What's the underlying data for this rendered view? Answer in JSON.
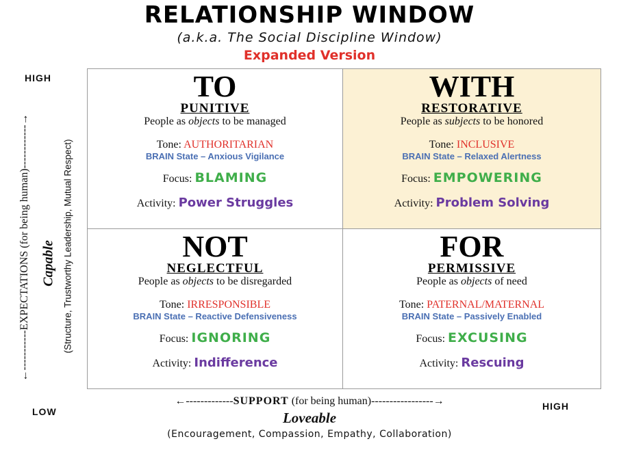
{
  "header": {
    "title": "RELATIONSHIP WINDOW",
    "subtitle": "(a.k.a. The Social Discipline Window)",
    "version": "Expanded Version"
  },
  "corners": {
    "high_y": "HIGH",
    "low": "LOW",
    "high_x": "HIGH"
  },
  "y_axis": {
    "arrow_left": "←-----------",
    "label": "EXPECTATIONS",
    "label_note": "(for being human)",
    "arrow_right": "------------→",
    "capable": "Capable",
    "details": "(Structure, Trustworthy Leadership, Mutual Respect)"
  },
  "x_axis": {
    "arrow_left": "←-------------",
    "label": "SUPPORT",
    "label_note": "(for being human)",
    "arrow_right": "-----------------→",
    "loveable": "Loveable",
    "details": "(Encouragement, Compassion, Empathy, Collaboration)"
  },
  "quadrants": {
    "to": {
      "word": "TO",
      "style": "PUNITIVE",
      "people_pre": "People as ",
      "people_em": "objects",
      "people_post": " to be managed",
      "tone_label": "Tone: ",
      "tone": "AUTHORITARIAN",
      "brain": "BRAIN State – Anxious Vigilance",
      "focus_label": "Focus: ",
      "focus": "BLAMING",
      "activity_label": "Activity: ",
      "activity": "Power Struggles"
    },
    "with": {
      "word": "WITH",
      "style": "RESTORATIVE",
      "people_pre": "People as ",
      "people_em": "subjects",
      "people_post": " to be honored",
      "tone_label": "Tone: ",
      "tone": "INCLUSIVE",
      "brain": "BRAIN State – Relaxed Alertness",
      "focus_label": "Focus: ",
      "focus": "EMPOWERING",
      "activity_label": "Activity: ",
      "activity": "Problem Solving"
    },
    "not": {
      "word": "NOT",
      "style": "NEGLECTFUL",
      "people_pre": "People as ",
      "people_em": "objects",
      "people_post": " to be disregarded",
      "tone_label": "Tone: ",
      "tone": "IRRESPONSIBLE",
      "brain": "BRAIN State – Reactive Defensiveness",
      "focus_label": "Focus: ",
      "focus": "IGNORING",
      "activity_label": "Activity: ",
      "activity": "Indifference"
    },
    "for": {
      "word": "FOR",
      "style": "PERMISSIVE",
      "people_pre": "People as ",
      "people_em": "objects",
      "people_post": " of need",
      "tone_label": "Tone: ",
      "tone": "PATERNAL/MATERNAL",
      "brain": "BRAIN State – Passively Enabled",
      "focus_label": "Focus: ",
      "focus": "EXCUSING",
      "activity_label": "Activity: ",
      "activity": "Rescuing"
    }
  },
  "colors": {
    "tone": "#e0302a",
    "brain": "#4a6fb3",
    "focus": "#3fae4a",
    "activity": "#6a3aa0",
    "with_highlight": "#fcf1d4"
  }
}
